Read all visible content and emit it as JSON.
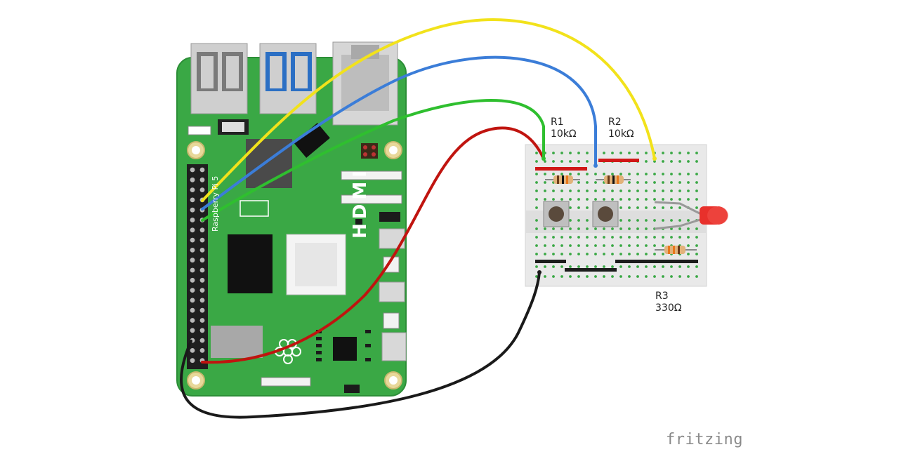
{
  "board": {
    "model_label": "Raspberry Pi 5",
    "hdmi_label": "HDMI"
  },
  "components": {
    "r1": {
      "name": "R1",
      "value": "10kΩ"
    },
    "r2": {
      "name": "R2",
      "value": "10kΩ"
    },
    "r3": {
      "name": "R3",
      "value": "330Ω"
    }
  },
  "wires": [
    {
      "id": "yellow",
      "color": "#f2e21b"
    },
    {
      "id": "blue",
      "color": "#3b7dd8"
    },
    {
      "id": "green",
      "color": "#2fbf2f"
    },
    {
      "id": "red",
      "color": "#c0140f"
    },
    {
      "id": "black",
      "color": "#1a1a1a"
    }
  ],
  "colors": {
    "board": "#3aa845",
    "board_dark": "#2c8e37",
    "breadboard": "#e9e9e9",
    "led": "#e8302b",
    "rail_red": "#d01717",
    "rail_black": "#1c1c1c"
  },
  "brand": "fritzing"
}
